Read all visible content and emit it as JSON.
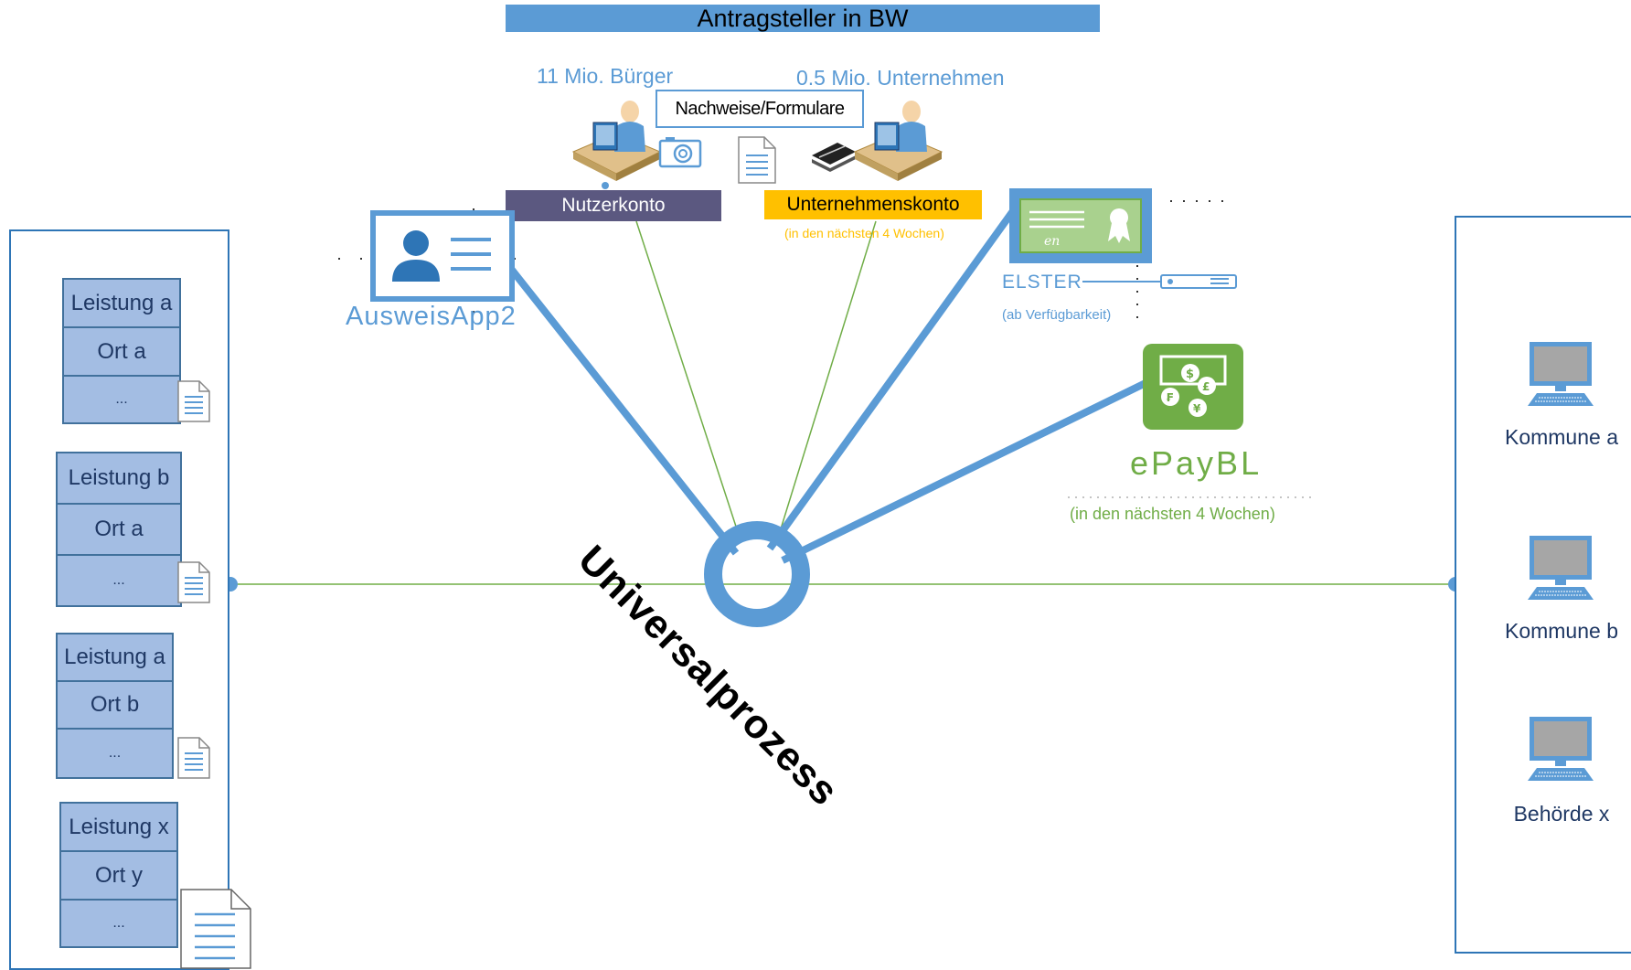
{
  "header": {
    "title": "Antragsteller in BW"
  },
  "applicants": {
    "citizens": "11 Mio. Bürger",
    "companies": "0.5 Mio. Unternehmen",
    "documents": "Nachweise/Formulare"
  },
  "accounts": {
    "nutzerkonto": "Nutzerkonto",
    "unternehmenskonto": "Unternehmenskonto",
    "unternehmenskonto_note": "(in den nächsten 4 Wochen)"
  },
  "services": {
    "ausweisapp": "AusweisApp2",
    "elster": "ELSTER",
    "elster_note": "(ab Verfügbarkeit)",
    "epaybl": "ePayBL",
    "epaybl_note": "(in den nächsten 4 Wochen)"
  },
  "center": {
    "label": "Universalprozess"
  },
  "left_panel": {
    "groups": [
      {
        "leistung": "Leistung a",
        "ort": "Ort a",
        "more": "..."
      },
      {
        "leistung": "Leistung b",
        "ort": "Ort a",
        "more": "..."
      },
      {
        "leistung": "Leistung a",
        "ort": "Ort b",
        "more": "..."
      },
      {
        "leistung": "Leistung x",
        "ort": "Ort y",
        "more": "..."
      }
    ]
  },
  "right_panel": {
    "items": [
      "Kommune a",
      "Kommune b",
      "Behörde x"
    ]
  },
  "colors": {
    "accent_blue": "#5b9bd5",
    "dark_blue": "#2e75b6",
    "green": "#70ad47",
    "orange": "#ffc000",
    "purple": "#5b5880"
  }
}
